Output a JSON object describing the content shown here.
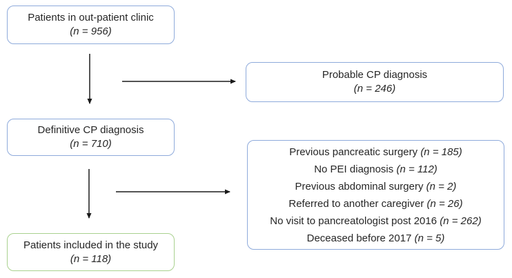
{
  "diagram": {
    "type": "flowchart",
    "boxes": {
      "outpatient": {
        "title": "Patients in out-patient clinic",
        "n": "(n = 956)"
      },
      "probable": {
        "title": "Probable CP diagnosis",
        "n": "(n = 246)"
      },
      "definitive": {
        "title": "Definitive CP diagnosis",
        "n": "(n = 710)"
      },
      "included": {
        "title": "Patients included in the study",
        "n": "(n = 118)"
      },
      "exclusions": {
        "items": [
          {
            "text": "Previous pancreatic surgery",
            "n": "(n = 185)"
          },
          {
            "text": "No PEI diagnosis",
            "n": "(n = 112)"
          },
          {
            "text": "Previous abdominal surgery",
            "n": "(n = 2)"
          },
          {
            "text": "Referred to another caregiver",
            "n": "(n = 26)"
          },
          {
            "text": "No visit to pancreatologist post 2016",
            "n": "(n = 262)"
          },
          {
            "text": "Deceased before 2017",
            "n": "(n = 5)"
          }
        ]
      }
    },
    "colors": {
      "blue_border": "#8EAADB",
      "green_border": "#A9D18E",
      "text": "#262626",
      "arrow": "#1A1A1A",
      "background": "#FFFFFF"
    }
  }
}
